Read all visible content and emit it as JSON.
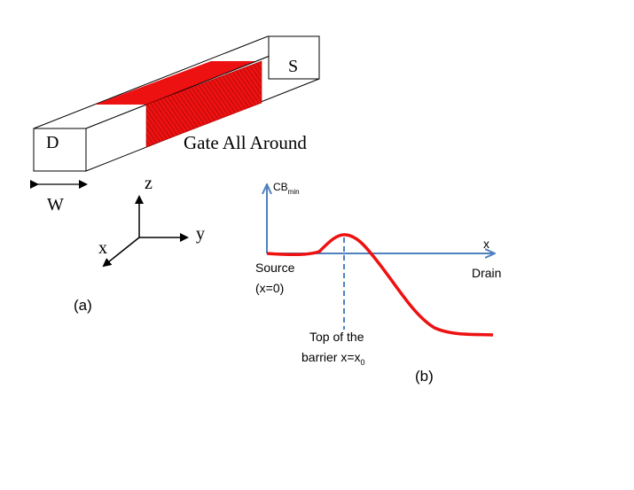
{
  "figure_a": {
    "label": "(a)",
    "drain_label": "D",
    "source_label": "S",
    "gate_label": "Gate All Around",
    "width_label": "W",
    "axis_z": "z",
    "axis_y": "y",
    "axis_x": "x",
    "gate_color": "#ee1111"
  },
  "figure_b": {
    "label": "(b)",
    "y_axis_label": "CB",
    "y_axis_sub": "min",
    "x_axis_label": "x",
    "source_line1": "Source",
    "source_line2": "(x=0)",
    "drain_label": "Drain",
    "barrier_line1": "Top of the",
    "barrier_line2": "barrier x=x",
    "barrier_sub": "0",
    "axis_color": "#4f81bd",
    "curve_color": "#ee1111"
  }
}
